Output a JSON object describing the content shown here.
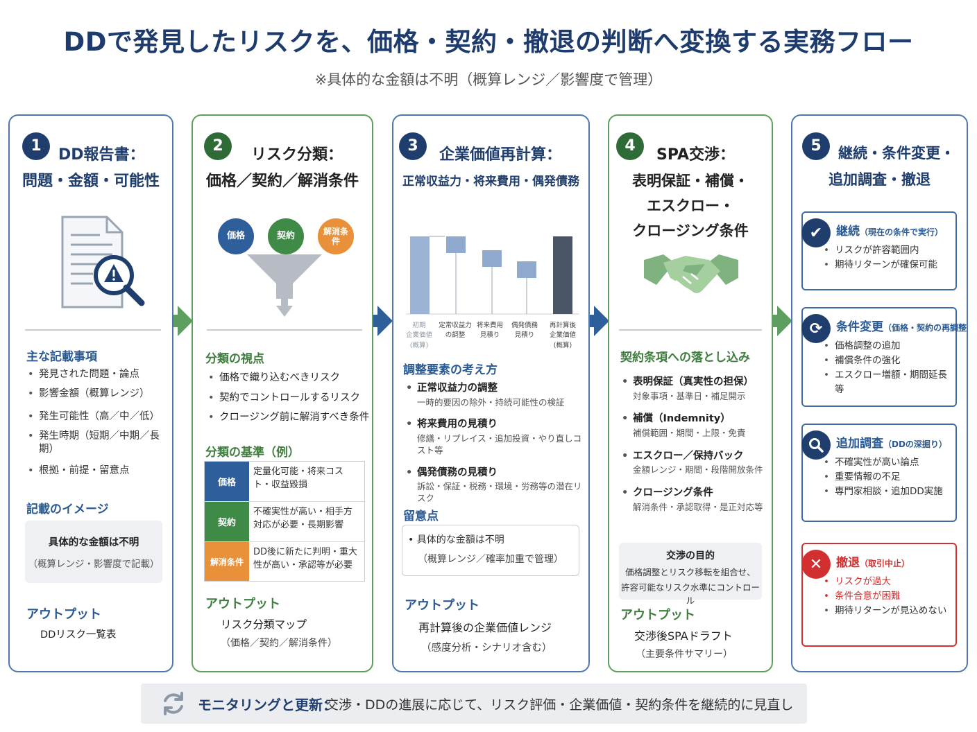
{
  "title": "DDで発見したリスクを、価格・契約・撤退の判断へ変換する実務フロー",
  "subtitle": "※具体的な金額は不明（概算レンジ／影響度で管理）",
  "colors": {
    "navy": "#1f3e6d",
    "blue": "#2a5a93",
    "green": "#3f7e3f",
    "orange": "#e8913a",
    "red": "#d23030"
  },
  "steps": [
    {
      "num": "1",
      "title_l1": "DD報告書：",
      "title_l2": "問題・金額・可能性",
      "icon": "document-warning-magnifier-icon",
      "section1": "主な記載事項",
      "items": [
        "発見された問題・論点",
        "影響金額（概算レンジ）",
        "発生可能性（高／中／低）",
        "発生時期（短期／中期／長期）",
        "根拠・前提・留意点"
      ],
      "section2": "記載のイメージ",
      "box_l1": "具体的な金額は不明",
      "box_l2": "（概算レンジ・影響度で記載）",
      "output_label": "アウトプット",
      "output": "DDリスク一覧表"
    },
    {
      "num": "2",
      "title_l1": "リスク分類：",
      "title_l2": "価格／契約／解消条件",
      "funnel": [
        "価格",
        "契約",
        "解消条件"
      ],
      "section1": "分類の視点",
      "items": [
        "価格で織り込むべきリスク",
        "契約でコントロールするリスク",
        "クロージング前に解消すべき条件"
      ],
      "section2": "分類の基準（例）",
      "criteria": [
        {
          "tag": "価格",
          "text": "定量化可能・将来コスト・収益毀損"
        },
        {
          "tag": "契約",
          "text": "不確実性が高い・相手方対応が必要・長期影響"
        },
        {
          "tag": "解消条件",
          "text": "DD後に新たに判明・重大性が高い・承認等が必要"
        }
      ],
      "output_label": "アウトプット",
      "output_l1": "リスク分類マップ",
      "output_l2": "（価格／契約／解消条件）"
    },
    {
      "num": "3",
      "title_l1": "企業価値再計算：",
      "title_l2": "正常収益力・将来費用・偶発債務",
      "section1": "調整要素の考え方",
      "items": [
        {
          "head": "正常収益力の調整",
          "sub": "一時的要因の除外・持続可能性の検証"
        },
        {
          "head": "将来費用の見積り",
          "sub": "修繕・リプレイス・追加投資・やり直しコスト等"
        },
        {
          "head": "偶発債務の見積り",
          "sub": "訴訟・保証・税務・環境・労務等の潜在リスク"
        }
      ],
      "section2": "留意点",
      "note_l1": "具体的な金額は不明",
      "note_l2": "（概算レンジ／確率加重で管理）",
      "output_label": "アウトプット",
      "output_l1": "再計算後の企業価値レンジ",
      "output_l2": "（感度分析・シナリオ含む）"
    },
    {
      "num": "4",
      "title_l1": "SPA交渉：",
      "title_l2": "表明保証・補償・",
      "title_l3": "エスクロー・",
      "title_l4": "クロージング条件",
      "icon": "handshake-icon",
      "section1": "契約条項への落とし込み",
      "items": [
        {
          "head": "表明保証（真実性の担保）",
          "sub": "対象事項・基準日・補足開示"
        },
        {
          "head": "補償（Indemnity）",
          "sub": "補償範囲・期間・上限・免責"
        },
        {
          "head": "エスクロー／保持バック",
          "sub": "金額レンジ・期間・段階開放条件"
        },
        {
          "head": "クロージング条件",
          "sub": "解消条件・承認取得・是正対応等"
        }
      ],
      "purpose_title": "交渉の目的",
      "purpose_l1": "価格調整とリスク移転を組合せ、",
      "purpose_l2": "許容可能なリスク水準にコントロール",
      "output_label": "アウトプット",
      "output_l1": "交渉後SPAドラフト",
      "output_l2": "（主要条件サマリー）"
    },
    {
      "num": "5",
      "title_l1": "継続・条件変更・",
      "title_l2": "追加調査・撤退",
      "options": [
        {
          "icon": "check-icon",
          "title": "継続",
          "title_sub": "（現在の条件で実行）",
          "items": [
            "リスクが許容範囲内",
            "期待リターンが確保可能"
          ]
        },
        {
          "icon": "refresh-icon",
          "title": "条件変更",
          "title_sub": "（価格・契約の再調整）",
          "items": [
            "価格調整の追加",
            "補償条件の強化",
            "エスクロー増額・期間延長等"
          ]
        },
        {
          "icon": "search-icon",
          "title": "追加調査",
          "title_sub": "（DDの深掘り）",
          "items": [
            "不確実性が高い論点",
            "重要情報の不足",
            "専門家相談・追加DD実施"
          ]
        },
        {
          "icon": "close-icon",
          "title": "撤退",
          "title_sub": "（取引中止）",
          "items": [
            "リスクが過大",
            "条件合意が困難",
            "期待リターンが見込めない"
          ]
        }
      ]
    }
  ],
  "bottom": {
    "label": "モニタリングと更新：",
    "text": "交渉・DDの進展に応じて、リスク評価・企業価値・契約条件を継続的に見直し",
    "icon": "refresh-icon"
  }
}
